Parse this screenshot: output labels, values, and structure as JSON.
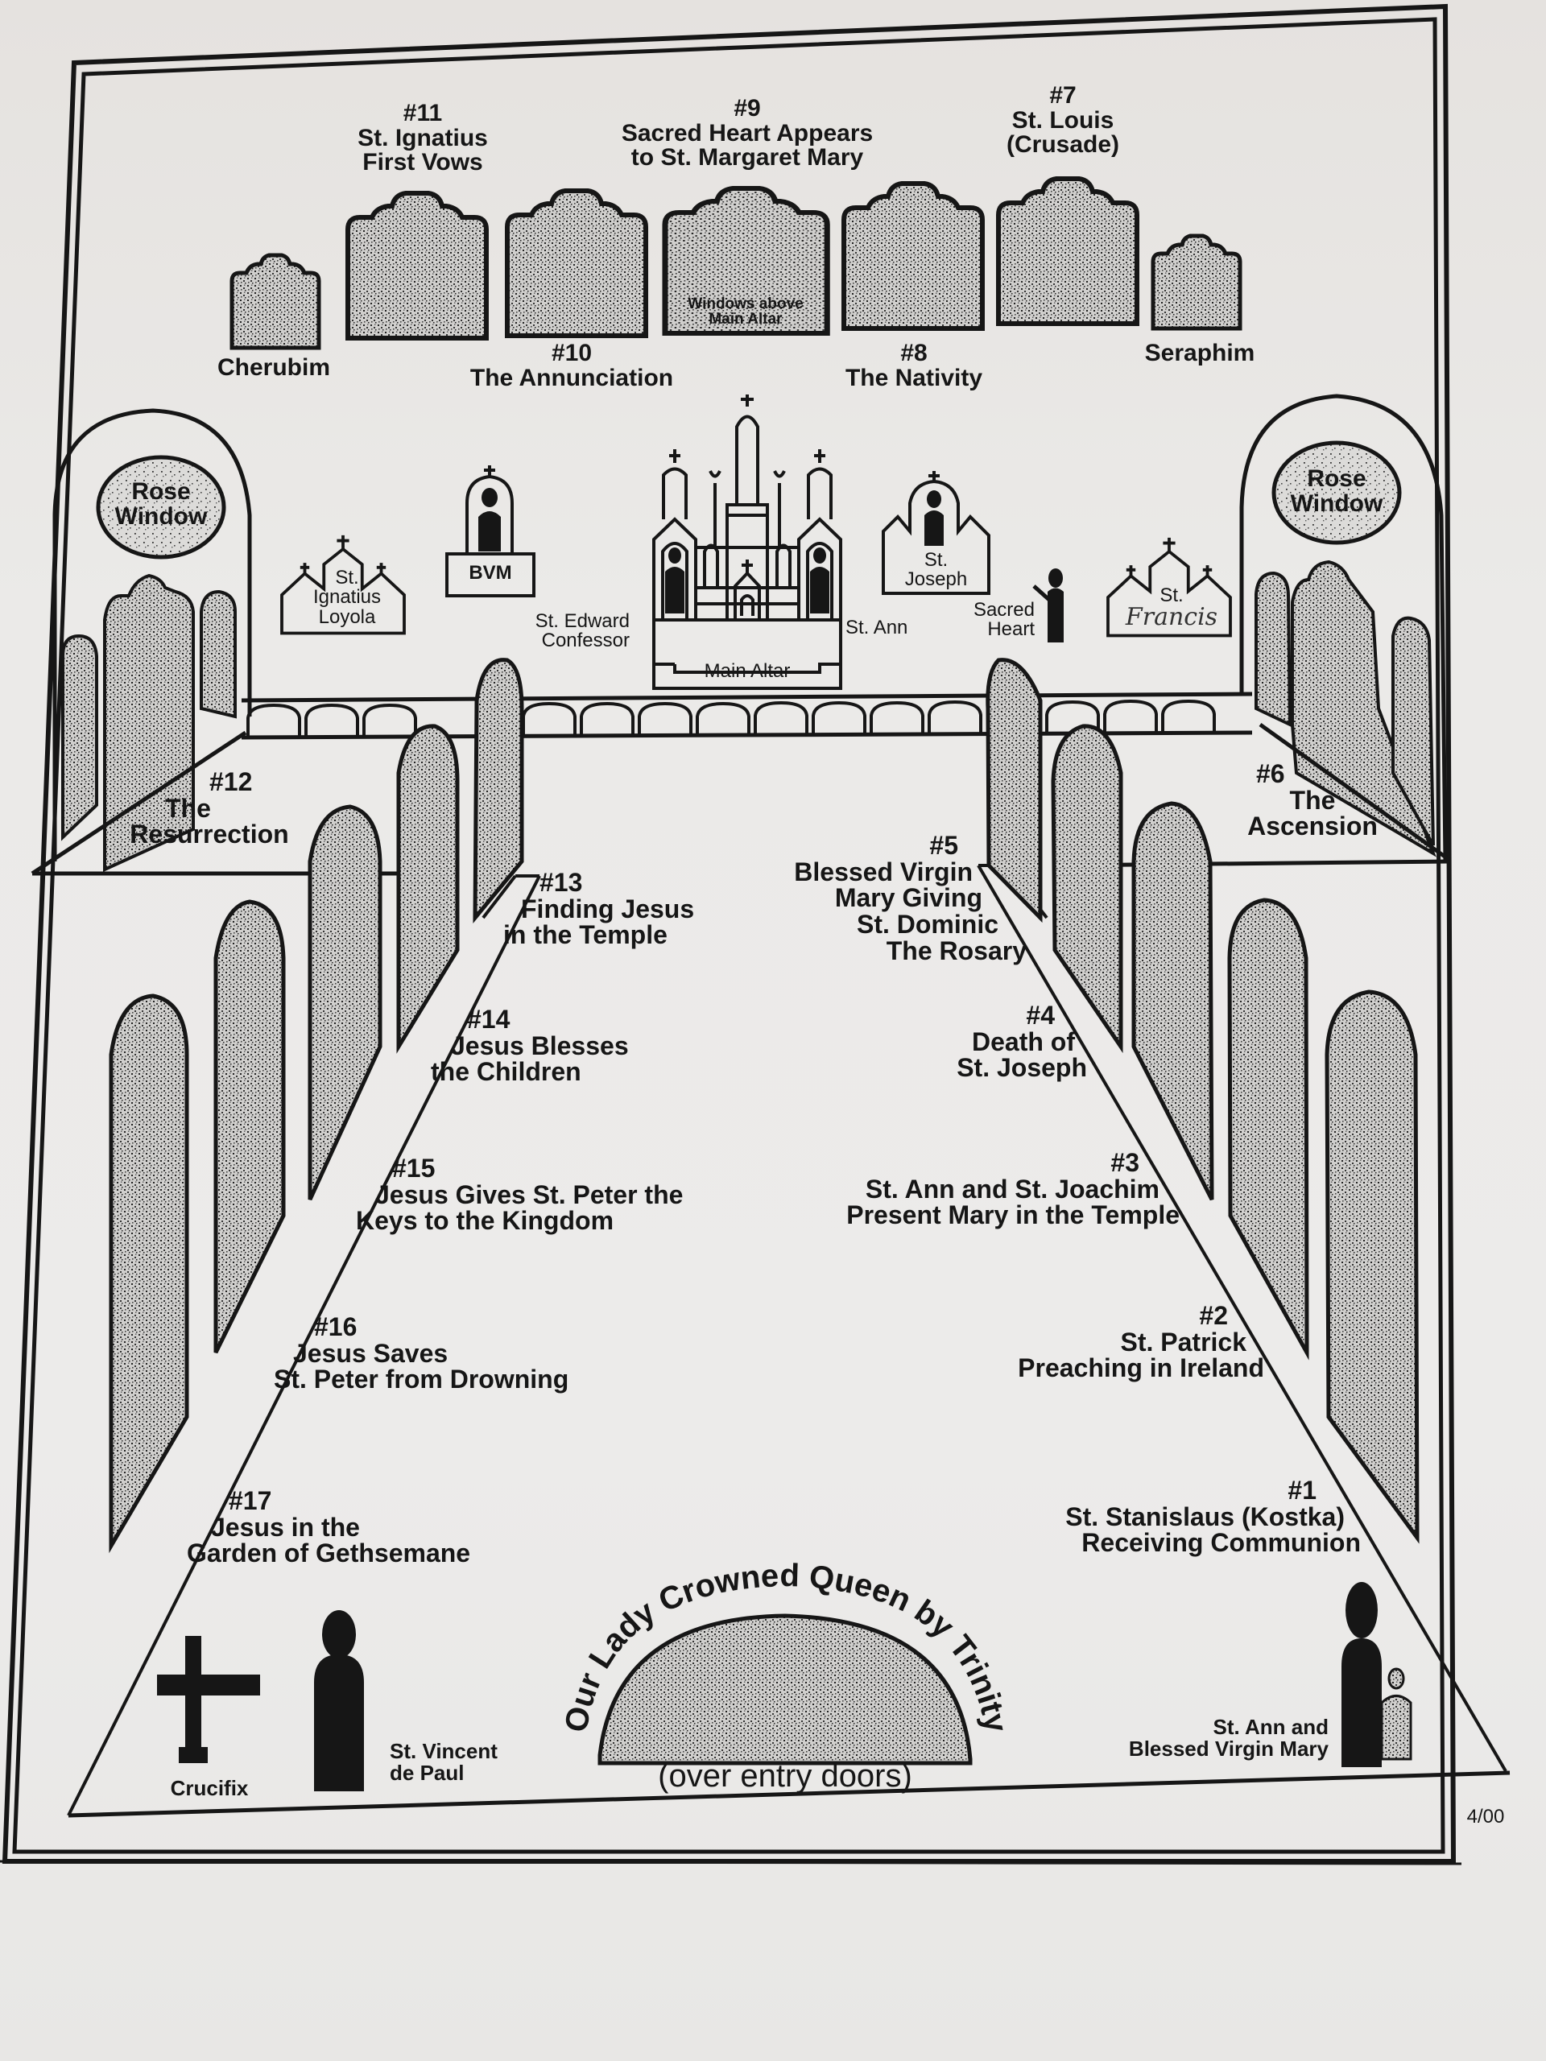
{
  "document": {
    "type": "church window and statue location map",
    "date_code": "4/00"
  },
  "colors": {
    "ink": "#161616",
    "paper": "#ebeae8",
    "stipple": "#8a8a8a"
  },
  "upper_windows": [
    {
      "id": "cherubim",
      "label": "Cherubim"
    },
    {
      "id": "w11",
      "number": "#11",
      "title": "St. Ignatius First Vows",
      "lines": [
        "St. Ignatius",
        "First Vows"
      ]
    },
    {
      "id": "w10",
      "number": "#10",
      "title": "The Annunciation",
      "lines": [
        "The Annunciation"
      ]
    },
    {
      "id": "w9",
      "number": "#9",
      "title": "Sacred Heart Appears to St. Margaret Mary",
      "lines": [
        "Sacred Heart Appears",
        "to St. Margaret Mary"
      ],
      "inner_note": [
        "Windows above",
        "Main Altar"
      ]
    },
    {
      "id": "w8",
      "number": "#8",
      "title": "The Nativity",
      "lines": [
        "The Nativity"
      ]
    },
    {
      "id": "w7",
      "number": "#7",
      "title": "St. Louis (Crusade)",
      "lines": [
        "St. Louis",
        "(Crusade)"
      ]
    },
    {
      "id": "seraphim",
      "label": "Seraphim"
    }
  ],
  "rose_windows": {
    "left": [
      "Rose",
      "Window"
    ],
    "right": [
      "Rose",
      "Window"
    ]
  },
  "sanctuary": {
    "st_ignatius_loyola": [
      "St.",
      "Ignatius",
      "Loyola"
    ],
    "bvm": "BVM",
    "st_edward": [
      "St. Edward",
      "Confessor"
    ],
    "main_altar": "Main Altar",
    "st_ann": "St. Ann",
    "st_joseph": [
      "St.",
      "Joseph"
    ],
    "sacred_heart": [
      "Sacred",
      "Heart"
    ],
    "st_francis_print": "St.",
    "st_francis_handwritten": "Francis"
  },
  "transept_windows": [
    {
      "number": "#12",
      "lines": [
        "The",
        "Resurrection"
      ]
    },
    {
      "number": "#6",
      "lines": [
        "The",
        "Ascension"
      ]
    }
  ],
  "nave_left": [
    {
      "number": "#13",
      "lines": [
        "Finding Jesus",
        "in the Temple"
      ]
    },
    {
      "number": "#14",
      "lines": [
        "Jesus Blesses",
        "the Children"
      ]
    },
    {
      "number": "#15",
      "lines": [
        "Jesus Gives St. Peter the",
        "Keys to the Kingdom"
      ]
    },
    {
      "number": "#16",
      "lines": [
        "Jesus Saves",
        "St. Peter from Drowning"
      ]
    },
    {
      "number": "#17",
      "lines": [
        "Jesus in the",
        "Garden of Gethsemane"
      ]
    }
  ],
  "nave_right": [
    {
      "number": "#5",
      "lines": [
        "Blessed Virgin",
        "Mary Giving",
        "St. Dominic",
        "The Rosary"
      ]
    },
    {
      "number": "#4",
      "lines": [
        "Death of",
        "St. Joseph"
      ]
    },
    {
      "number": "#3",
      "lines": [
        "St. Ann and St. Joachim",
        "Present Mary in the Temple"
      ]
    },
    {
      "number": "#2",
      "lines": [
        "St. Patrick",
        "Preaching in Ireland"
      ]
    },
    {
      "number": "#1",
      "lines": [
        "St. Stanislaus (Kostka)",
        "Receiving Communion"
      ]
    }
  ],
  "entrance": {
    "crucifix": "Crucifix",
    "st_vincent": [
      "St. Vincent",
      "de Paul"
    ],
    "rear_window_arc": "Our Lady Crowned Queen by Trinity",
    "rear_window_note": "(over entry doors)",
    "st_ann_bvm": [
      "St. Ann and",
      "Blessed Virgin Mary"
    ]
  }
}
